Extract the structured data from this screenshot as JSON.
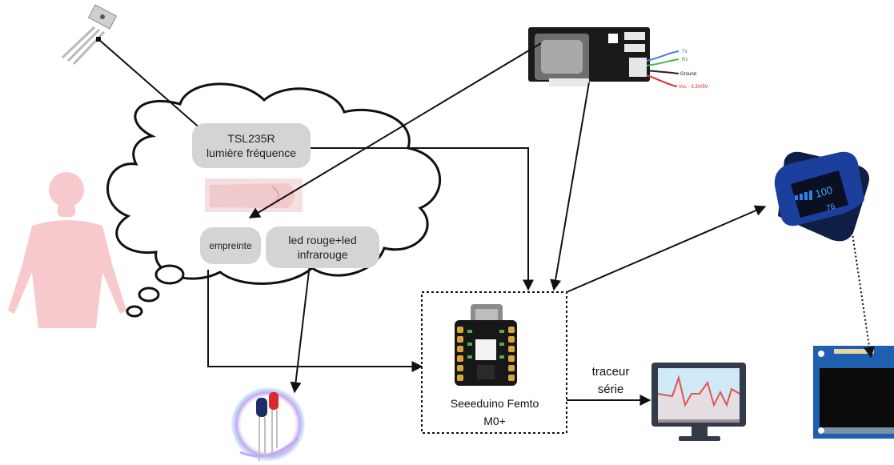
{
  "components": {
    "tsl": {
      "line1": "TSL235R",
      "line2": "lumière fréquence"
    },
    "fingerprint": {
      "label": "empreinte"
    },
    "led": {
      "line1": "led rouge+led",
      "line2": "infrarouge"
    },
    "board": {
      "line1": "Seeeduino Femto",
      "line2": "M0+"
    },
    "plotter": {
      "line1": "traceur",
      "line2": "série"
    },
    "sensor_wires": {
      "tx": "Tx",
      "rx": "Rx",
      "ground": "Ground",
      "vcc": "Vcc - 3.3V/5V"
    },
    "oximeter": {
      "spo2": "100",
      "pulse": "76"
    }
  },
  "colors": {
    "body_silhouette": "#f7c9cc",
    "pill_fill": "#d4d4d4",
    "arrow": "#111111",
    "oximeter_body": "#1b3f9c",
    "oled_board": "#1f5fb0",
    "monitor_bezel": "#333b4a",
    "monitor_screen": "#cfe9f7",
    "plot_line": "#e0554f"
  }
}
